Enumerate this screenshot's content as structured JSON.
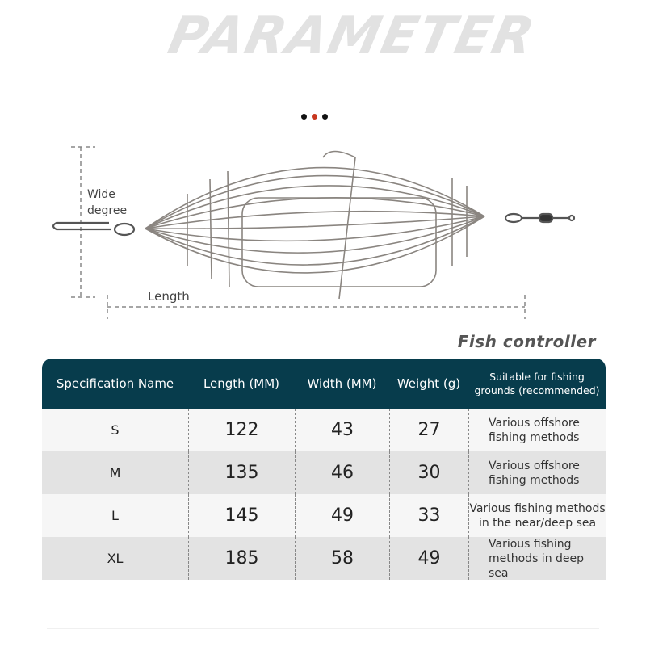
{
  "header": {
    "title": "PARAMETER",
    "dot_colors": [
      "#111111",
      "#c8371f",
      "#111111"
    ]
  },
  "diagram": {
    "wide_label_line1": "Wide",
    "wide_label_line2": "degree",
    "length_label": "Length"
  },
  "product_name": "Fish controller",
  "table": {
    "columns": [
      "Specification Name",
      "Length (MM)",
      "Width (MM)",
      "Weight (g)",
      "Suitable for fishing grounds (recommended)"
    ],
    "rows": [
      {
        "name": "S",
        "length": "122",
        "width": "43",
        "weight": "27",
        "suitable": "Various offshore fishing methods"
      },
      {
        "name": "M",
        "length": "135",
        "width": "46",
        "weight": "30",
        "suitable": "Various offshore fishing methods"
      },
      {
        "name": "L",
        "length": "145",
        "width": "49",
        "weight": "33",
        "suitable": "Various fishing methods in the near/deep sea"
      },
      {
        "name": "XL",
        "length": "185",
        "width": "58",
        "weight": "49",
        "suitable": "Various fishing methods in deep sea"
      }
    ],
    "header_color": "#073c4c"
  }
}
